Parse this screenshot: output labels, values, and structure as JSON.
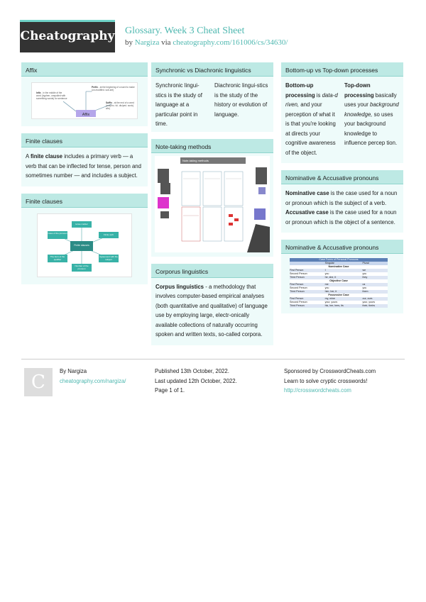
{
  "header": {
    "logo": "Cheatography",
    "title": "Glossary. Week 3 Cheat Sheet",
    "by": "by",
    "author": "Nargiza",
    "via": "via",
    "url": "cheatography.com/161006/cs/34630/"
  },
  "affix": {
    "heading": "Affix",
    "center": "Affix",
    "prefix_label": "Prefix",
    "prefix_text": "- at the beginning of a word to make (un-modified. sub-set)",
    "infix_label": "Infix",
    "infix_text": "- in the middle of the word (hyphen, unspoiled with something words) for sentence",
    "suffix_label": "Suffix",
    "suffix_text": "- at the end of a word (morpho. ful. dis/ped. sonic) a/lc)"
  },
  "finite1": {
    "heading": "Finite clauses",
    "pre": "A",
    "term": "finite clause",
    "post": "includes a primary verb — a verb that can be inflected for tense, person and sometimes number — and includes a subject."
  },
  "finite2": {
    "heading": "Finite clauses",
    "center": "Finite clauses",
    "nodes": [
      "tense marker",
      "Finite verb",
      "Case of the pronoun",
      "The form of the qualifier",
      "Agreement with the subject",
      "Number of the pronoun"
    ]
  },
  "synchronic": {
    "heading": "Synchronic vs Diachronic linguistics",
    "left": "Synchronic lingui-stics is the study of language at a particular point in time.",
    "right": "Diachronic lingui-stics is the study of the history or evolution of language."
  },
  "notes": {
    "heading": "Note-taking methods",
    "inner_title": "Note-taking methods"
  },
  "corpus": {
    "heading": "Corporus linguistics",
    "term": "Corpus linguistics",
    "text": "- a methodology that involves computer-based empirical analyses (both quantitative and qualitative) of language use by employing large, electr-onically available collections of naturally occurring spoken and written texts, so-called corpora."
  },
  "bottomup": {
    "heading": "Bottom-up vs Top-down processes",
    "left_term": "Bottom-up processing",
    "left_is": "is",
    "left_em": "data-d riven,",
    "left_rest": "and your perception of what it is that you're looking at directs your cognitive awareness of the object.",
    "right_term": "Top-down processing",
    "right_a": "basically uses your",
    "right_em": "background knowledge,",
    "right_b": "so uses your background knowledge to influence percep tion."
  },
  "nominative1": {
    "heading": "Nominative & Accusative pronouns",
    "nom_term": "Nominative case",
    "nom_text": "is the case used for a noun or pronoun which is the subject of a verb.",
    "acc_term": "Accusative case",
    "acc_text": "is the case used for a noun or pronoun which is the object of a sentence."
  },
  "nominative2": {
    "heading": "Nominative & Accusative pronouns",
    "table_title": "Case Forms of Personal Pronouns",
    "cols": [
      "",
      "Singular",
      "Plural"
    ],
    "sections": [
      {
        "name": "Nominative Case",
        "rows": [
          [
            "First Person",
            "I",
            "we"
          ],
          [
            "Second Person",
            "you",
            "you"
          ],
          [
            "Third Person",
            "he, she, it",
            "they"
          ]
        ]
      },
      {
        "name": "Objective Case",
        "rows": [
          [
            "First Person",
            "me",
            "us"
          ],
          [
            "Second Person",
            "you",
            "you"
          ],
          [
            "Third Person",
            "him, her, it",
            "them"
          ]
        ]
      },
      {
        "name": "Possessive Case",
        "rows": [
          [
            "First Person",
            "my, mine",
            "our, ours"
          ],
          [
            "Second Person",
            "your, yours",
            "your, yours"
          ],
          [
            "Third Person",
            "his, her, hers, its",
            "their, theirs"
          ]
        ]
      }
    ]
  },
  "footer": {
    "by": "By",
    "author": "Nargiza",
    "author_url": "cheatography.com/nargiza/",
    "published": "Published 13th October, 2022.",
    "updated": "Last updated 12th October, 2022.",
    "page": "Page 1 of 1.",
    "sponsor_pre": "Sponsored by",
    "sponsor": "CrosswordCheats.com",
    "sponsor_text": "Learn to solve cryptic crosswords!",
    "sponsor_url": "http://crosswordcheats.com"
  }
}
